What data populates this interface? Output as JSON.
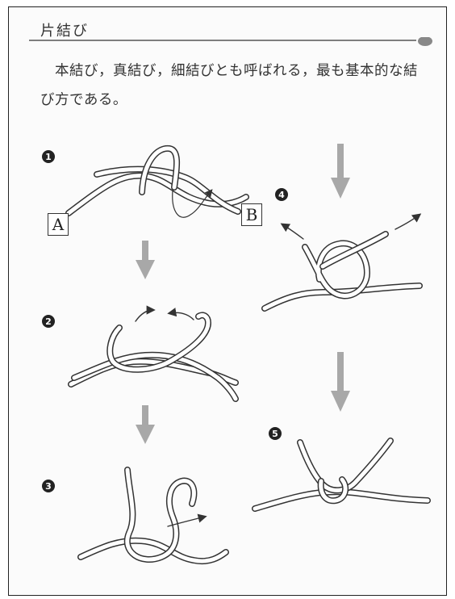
{
  "title": "片結び",
  "paragraph": {
    "line1": "本結び，真結び，細結びとも呼ばれる，最も基本的な結",
    "line2": "び方である。"
  },
  "steps": [
    "1",
    "2",
    "3",
    "4",
    "5"
  ],
  "labels": {
    "a": "A",
    "b": "B"
  },
  "colors": {
    "rope_fill": "#ffffff",
    "rope_outline": "#333333",
    "arrow": "#9a9a9a",
    "step_circle": "#222222"
  }
}
